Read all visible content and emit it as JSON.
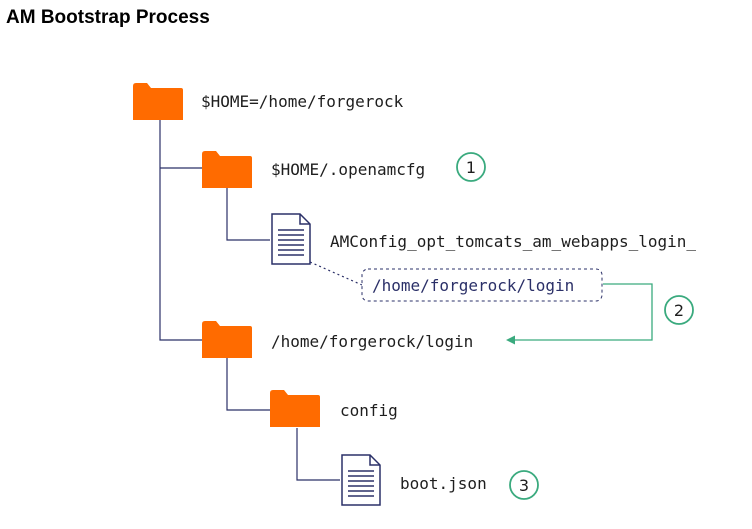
{
  "title": "AM Bootstrap Process",
  "colors": {
    "folder": "#ff6b00",
    "connector": "#2b3068",
    "document": "#2b3068",
    "accent_green": "#3aaa7e",
    "path_text": "#2b3068",
    "label_text": "#1e1e1e"
  },
  "icons": {
    "folder": "folder-icon",
    "document": "document-icon"
  },
  "nodes": [
    {
      "label": "$HOME=/home/forgerock",
      "icon": "folder-icon"
    },
    {
      "label": "$HOME/.openamcfg",
      "icon": "folder-icon",
      "step": "1"
    },
    {
      "label": "AMConfig_opt_tomcats_am_webapps_login_",
      "icon": "document-icon"
    },
    {
      "label": "/home/forgerock/login",
      "icon": "folder-icon"
    },
    {
      "label": "config",
      "icon": "folder-icon"
    },
    {
      "label": "boot.json",
      "icon": "document-icon",
      "step": "3"
    }
  ],
  "file_content": {
    "label": "/home/forgerock/login"
  },
  "flow_step": "2"
}
